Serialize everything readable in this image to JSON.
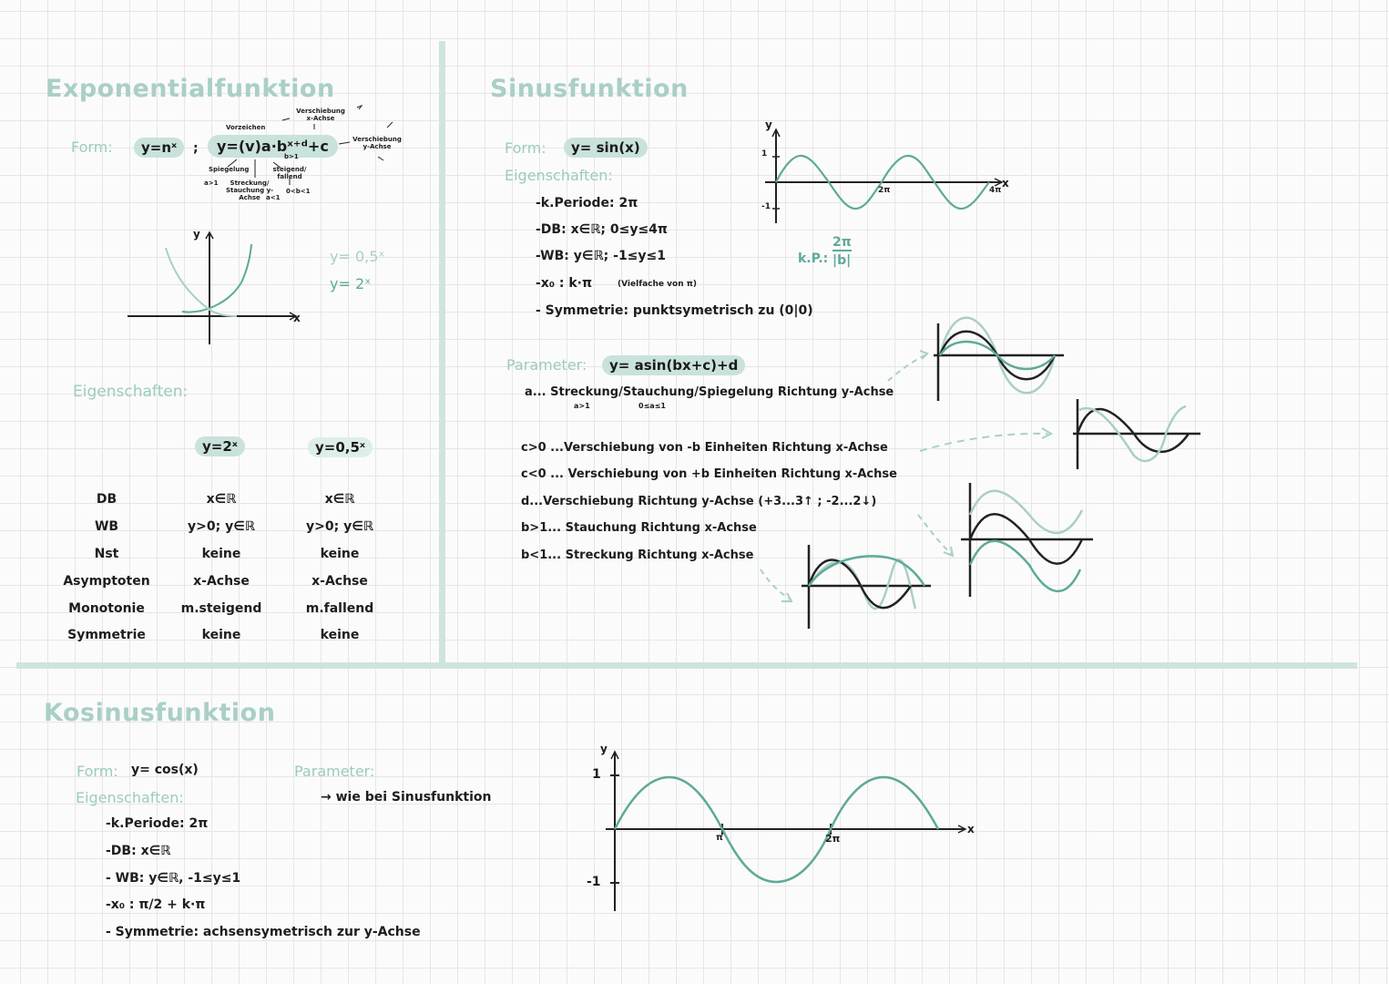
{
  "exp": {
    "title": "Exponentialfunktion",
    "form_label": "Form:",
    "form_basic": "y=nˣ",
    "form_sep": ";",
    "form_general": "y=(v)a·bˣ⁺ᵈ+c",
    "ann_vorzeichen": "Vorzeichen",
    "ann_verschiebung_x": "Verschiebung x-Achse",
    "ann_verschiebung_y": "Verschiebung y-Achse",
    "ann_spiegelung": "Spiegelung",
    "ann_a_gt1": "a>1",
    "ann_streckung": "Streckung/ Stauchung y-Achse",
    "ann_a_lt1": "a<1",
    "ann_b_gt1": "b>1",
    "ann_steigend": "steigend/ fallend",
    "ann_b_range": "0<b<1",
    "graph_y": "y",
    "graph_x": "x",
    "graph_label_1": "y= 0,5ˣ",
    "graph_label_2": "y= 2ˣ",
    "eig_label": "Eigenschaften:",
    "table": {
      "col1": "y=2ˣ",
      "col2": "y=0,5ˣ",
      "rows": [
        {
          "label": "DB",
          "c1": "x∈ℝ",
          "c2": "x∈ℝ"
        },
        {
          "label": "WB",
          "c1": "y>0; y∈ℝ",
          "c2": "y>0; y∈ℝ"
        },
        {
          "label": "Nst",
          "c1": "keine",
          "c2": "keine"
        },
        {
          "label": "Asymptoten",
          "c1": "x-Achse",
          "c2": "x-Achse"
        },
        {
          "label": "Monotonie",
          "c1": "m.steigend",
          "c2": "m.fallend"
        },
        {
          "label": "Symmetrie",
          "c1": "keine",
          "c2": "keine"
        }
      ]
    }
  },
  "sin": {
    "title": "Sinusfunktion",
    "form_label": "Form:",
    "form": "y= sin(x)",
    "eig_label": "Eigenschaften:",
    "props": [
      "-k.Periode: 2π",
      "-DB: x∈ℝ; 0≤y≤4π",
      "-WB: y∈ℝ; -1≤y≤1",
      "-x₀ : k·π",
      "- Symmetrie: punktsymetrisch zu (0|0)"
    ],
    "x0_note": "(Vielfache von π)",
    "graph": {
      "y": "y",
      "x": "x",
      "one": "1",
      "minus_one": "-1",
      "two_pi": "2π",
      "four_pi": "4π"
    },
    "kp_label": "k.P.:",
    "kp_num": "2π",
    "kp_den": "|b|",
    "param_label": "Parameter:",
    "param_form": "y= asin(bx+c)+d",
    "param_a": "a... Streckung/Stauchung/Spiegelung Richtung y-Achse",
    "param_a_sub1": "a>1",
    "param_a_sub2": "0≤a≤1",
    "param_c_pos": "c>0 ...Verschiebung von -b Einheiten Richtung x-Achse",
    "param_c_neg": "c<0 ... Verschiebung von +b Einheiten Richtung x-Achse",
    "param_d": "d...Verschiebung Richtung y-Achse (+3...3↑ ; -2...2↓)",
    "param_b_gt": "b>1... Stauchung Richtung x-Achse",
    "param_b_lt": "b<1... Streckung Richtung x-Achse"
  },
  "cos": {
    "title": "Kosinusfunktion",
    "form_label": "Form:",
    "form": "y= cos(x)",
    "eig_label": "Eigenschaften:",
    "props": [
      "-k.Periode: 2π",
      "-DB: x∈ℝ",
      "- WB: y∈ℝ, -1≤y≤1",
      "-x₀ : π/2 + k·π",
      "- Symmetrie: achsensymetrisch zur y-Achse"
    ],
    "param_label": "Parameter:",
    "param_text": "→ wie bei Sinusfunktion",
    "graph": {
      "y": "y",
      "x": "x",
      "one": "1",
      "minus_one": "-1",
      "pi": "π",
      "two_pi": "2π"
    }
  },
  "colors": {
    "teal": "#5fa999",
    "light_teal": "#a9cfc6",
    "pill": "#c9e2dc",
    "ink": "#1d1d1d"
  }
}
